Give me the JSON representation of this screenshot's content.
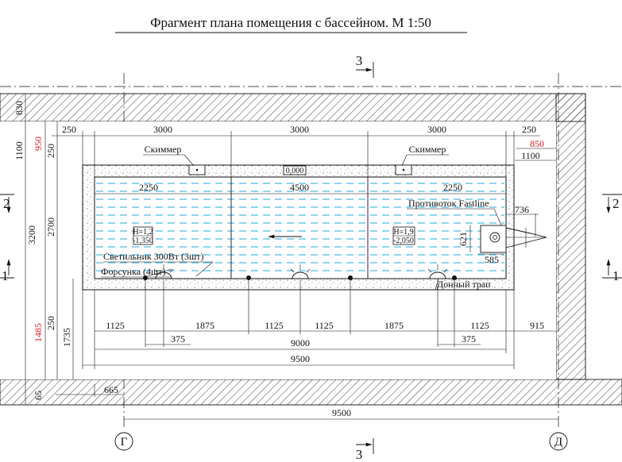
{
  "title": "Фрагмент плана помещения с бассейном. М 1:50",
  "section_marks": {
    "top": "3",
    "bottom": "3",
    "left_a": "2",
    "left_b": "1",
    "right_a": "2",
    "right_b": "1"
  },
  "axes": {
    "g": "Г",
    "d": "Д"
  },
  "labels": {
    "skimmer_left": "Скиммер",
    "skimmer_right": "Скиммер",
    "elevation_zero": "0,000",
    "counterflow": "Противоток Fastline",
    "light": "Светильник 300Вт (3шт)",
    "nozzles": "Форсунка (4шт)",
    "drain": "Донный трап",
    "depth_left_h": "Н=1,2",
    "depth_left_elev": "-1,350",
    "depth_right_h": "Н=1,9",
    "depth_right_elev": "-2,050"
  },
  "dims": {
    "top_250_left": "250",
    "top_3000_a": "3000",
    "top_3000_b": "3000",
    "top_3000_c": "3000",
    "top_250_right": "250",
    "inner_2250_left": "2250",
    "inner_4500": "4500",
    "inner_2250_right": "2250",
    "right_850": "850",
    "right_1100": "1100",
    "left_830": "830",
    "left_1100": "1100",
    "left_950": "950",
    "left_250_top": "250",
    "left_3200": "3200",
    "left_2700": "2700",
    "left_250_bot": "250",
    "left_1485": "1485",
    "left_1735": "1735",
    "left_65": "65",
    "bottom_1125_a": "1125",
    "bottom_1875_a": "1875",
    "bottom_1125_b": "1125",
    "bottom_1125_c": "1125",
    "bottom_1875_b": "1875",
    "bottom_1125_d": "1125",
    "bottom_915": "915",
    "bottom_375_left": "375",
    "bottom_375_right": "375",
    "bottom_9000": "9000",
    "bottom_9500": "9500",
    "bottom_665": "665",
    "bottom_9500_total": "9500",
    "cf_736": "736",
    "cf_621": "621",
    "cf_585": "585"
  },
  "colors": {
    "water": "#22a8e0",
    "red_dim": "#e0141e",
    "line": "#111111"
  }
}
